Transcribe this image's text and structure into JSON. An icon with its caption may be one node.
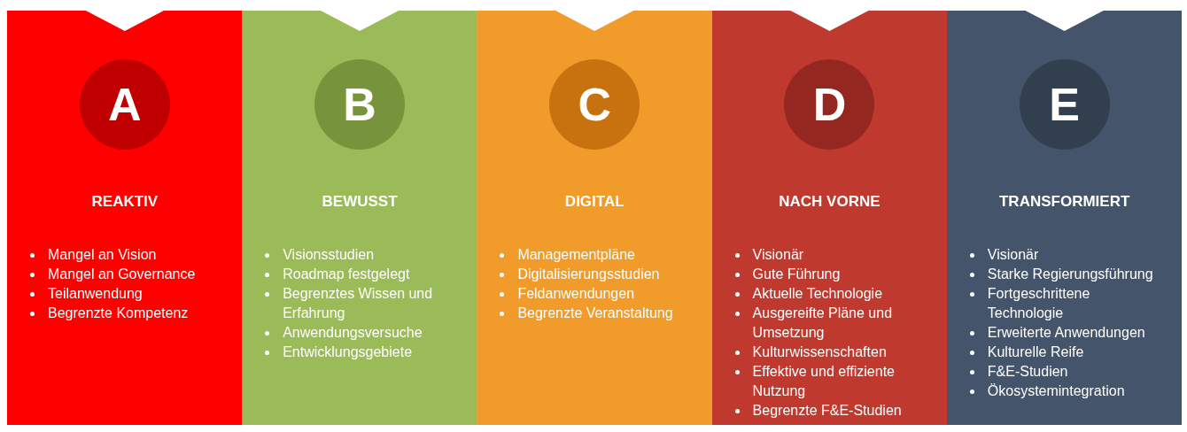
{
  "diagram": {
    "nodes": [
      {
        "text": [
          "REAKTIV",
          "Mangel an Vision",
          "Mangel an Governance",
          "Teilanwendung",
          "Begrenzte Kompetenz"
        ]
      },
      {
        "text": [
          "A"
        ],
        "in": 0
      },
      {
        "text": [
          "BEWUSST",
          "Visionsstudien",
          "Roadmap festgelegt",
          "Begrenztes Wissen und Erfahrung",
          "Anwendungsversuche",
          "Entwicklungsgebiete"
        ]
      },
      {
        "text": [
          "B"
        ],
        "in": 2
      },
      {
        "text": [
          "DIGITAL",
          "Managementpläne",
          "Digitalisierungsstudien",
          "Feldanwendungen",
          "Begrenzte Veranstaltung"
        ]
      },
      {
        "text": [
          "C"
        ],
        "in": 4
      },
      {
        "text": [
          "NACH VORNE",
          "Visionär",
          "Gute Führung",
          "Aktuelle Technologie",
          "Ausgereifte Pläne und Umsetzung",
          "Kulturwissenschaften",
          "Effektive und effiziente Nutzung",
          "Begrenzte F&E-Studien"
        ]
      },
      {
        "text": [
          "D"
        ],
        "in": 6
      },
      {
        "text": [
          "TRANSFORMIERT",
          "Visionär",
          "Starke Regierungsführung",
          "Fortgeschrittene Technologie",
          "Erweiterte Anwendungen",
          "Kulturelle Reife",
          "F&E-Studien",
          "Ökosystemintegration"
        ]
      },
      {
        "text": [
          "E"
        ],
        "in": 8
      }
    ]
  }
}
